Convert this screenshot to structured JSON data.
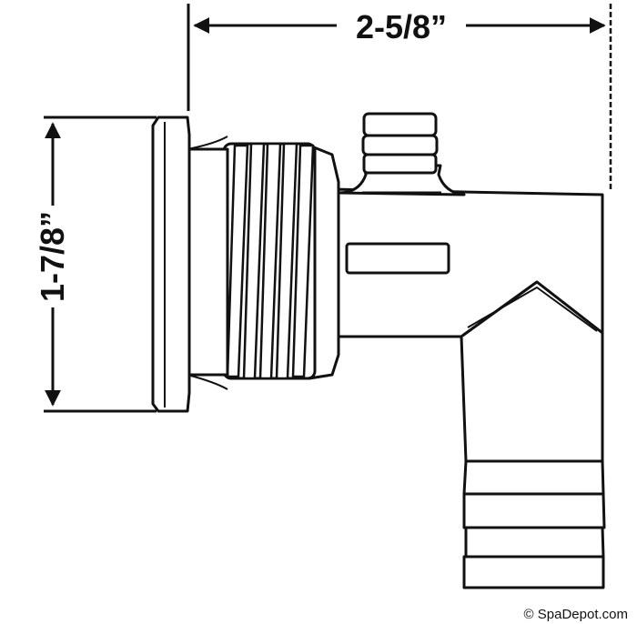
{
  "dimensions": {
    "width_label": "2-5/8”",
    "height_label": "1-7/8”"
  },
  "credit": "© SpaDepot.com",
  "colors": {
    "line": "#111111",
    "background": "#ffffff"
  }
}
